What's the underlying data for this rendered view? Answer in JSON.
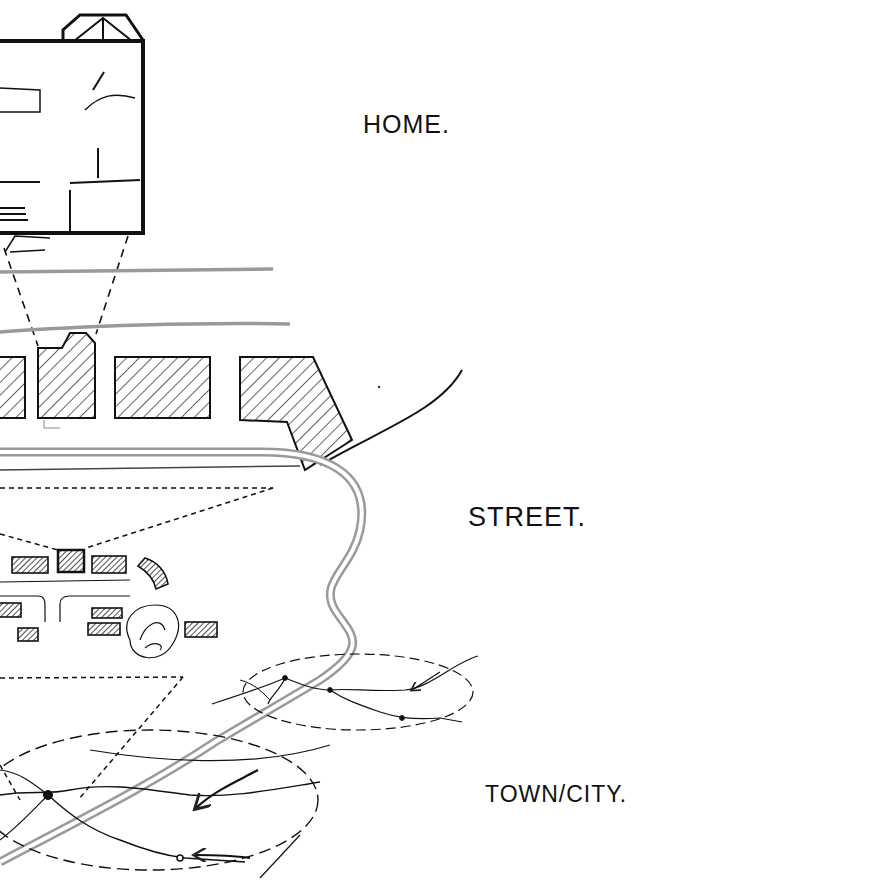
{
  "diagram": {
    "labels": [
      "HOME.",
      "STREET.",
      "TOWN/CITY."
    ]
  }
}
